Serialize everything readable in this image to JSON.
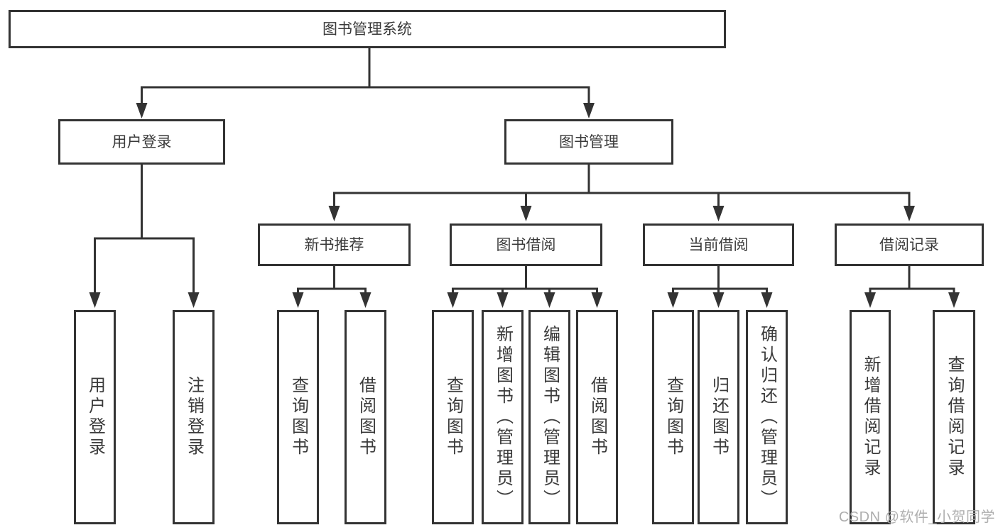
{
  "diagram_title": "图书管理系统",
  "nodes": {
    "root": {
      "label": "图书管理系统"
    },
    "level1": [
      {
        "label": "用户登录"
      },
      {
        "label": "图书管理"
      }
    ],
    "level2": [
      {
        "label": "新书推荐",
        "parent": "图书管理"
      },
      {
        "label": "图书借阅",
        "parent": "图书管理"
      },
      {
        "label": "当前借阅",
        "parent": "图书管理"
      },
      {
        "label": "借阅记录",
        "parent": "图书管理"
      }
    ],
    "leaves": [
      {
        "label": "用户登录",
        "parent": "用户登录"
      },
      {
        "label": "注销登录",
        "parent": "用户登录"
      },
      {
        "label": "查询图书",
        "parent": "新书推荐"
      },
      {
        "label": "借阅图书",
        "parent": "新书推荐"
      },
      {
        "label": "查询图书",
        "parent": "图书借阅"
      },
      {
        "label": "新增图书（管理员）",
        "parent": "图书借阅"
      },
      {
        "label": "编辑图书（管理员）",
        "parent": "图书借阅"
      },
      {
        "label": "借阅图书",
        "parent": "图书借阅"
      },
      {
        "label": "查询图书",
        "parent": "当前借阅"
      },
      {
        "label": "归还图书",
        "parent": "当前借阅"
      },
      {
        "label": "确认归还（管理员）",
        "parent": "当前借阅"
      },
      {
        "label": "新增借阅记录",
        "parent": "借阅记录"
      },
      {
        "label": "查询借阅记录",
        "parent": "借阅记录"
      }
    ]
  },
  "watermark": {
    "text": "CSDN @软件_小贺同学"
  },
  "colors": {
    "line": "#333333",
    "text": "#3a3a3a",
    "background": "#ffffff",
    "watermark": "#aaaaaa"
  }
}
